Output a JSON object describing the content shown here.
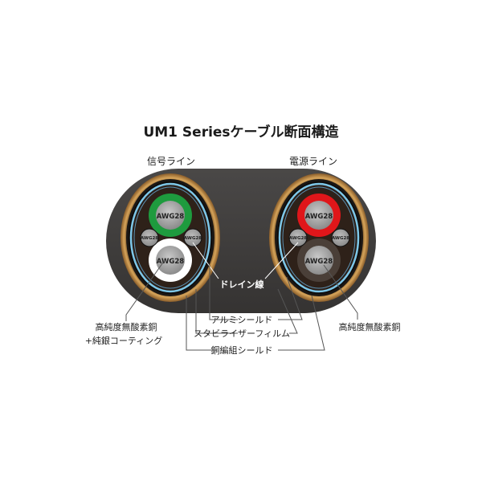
{
  "title": "UM1 Seriesケーブル断面構造",
  "left_header": "信号ライン",
  "right_header": "電源ライン",
  "conductor_label": "AWG28",
  "drain_label": "ドレイン線",
  "labels": {
    "left_conductor_line1": "高純度無酸素銅",
    "left_conductor_line2": "+純銀コーティング",
    "aluminum_shield": "アルミシールド",
    "stabilizer_film": "スタビライザーフィルム",
    "copper_braid_shield": "銅編組シールド",
    "right_conductor": "高純度無酸素銅"
  },
  "colors": {
    "jacket": "#3f3d3c",
    "ofc_ring": "#a8783c",
    "braid": "#1b1714",
    "aluminum_shield": "#7ec7e8",
    "insulation_left_top": "#1e9b3e",
    "insulation_left_bottom": "#ffffff",
    "insulation_right_top": "#e0161a",
    "insulation_right_bottom": "#4a3f38",
    "conductor": "#a3a3a3"
  }
}
